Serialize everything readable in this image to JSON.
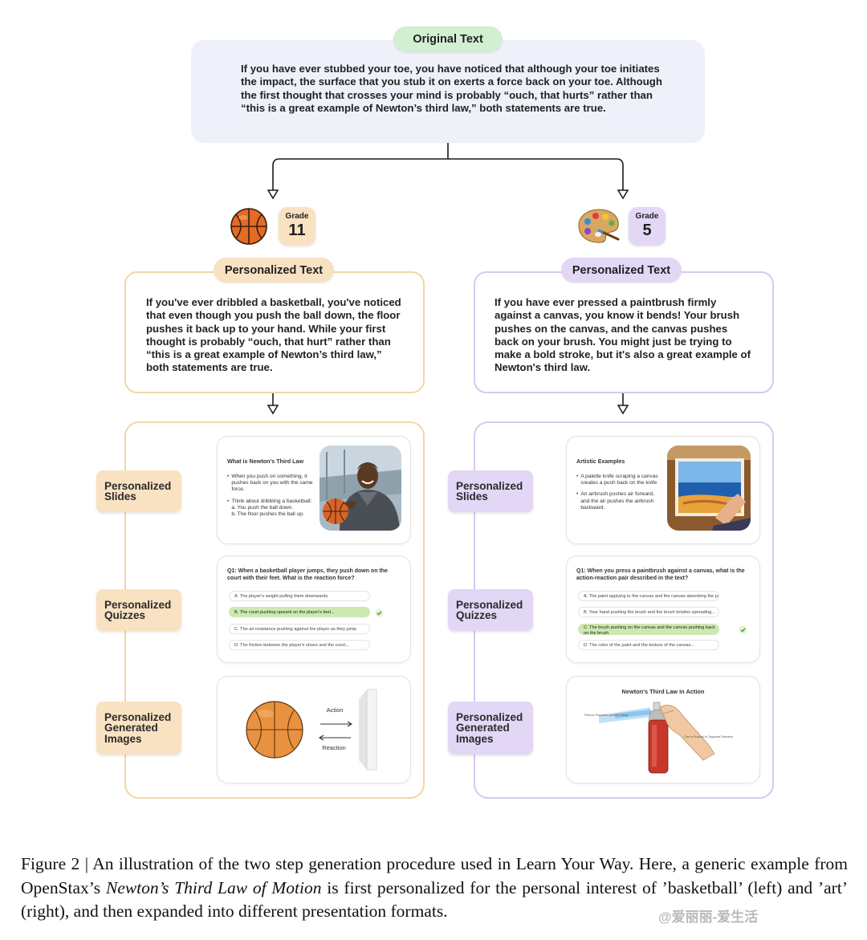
{
  "original": {
    "label": "Original Text",
    "text": "If you have ever stubbed your toe, you have noticed that although your toe initiates the impact, the surface that you stub it on exerts a force back on your toe. Although the first thought that crosses your mind is probably “ouch, that hurts” rather than “this is a great example of Newton’s third law,” both statements are true."
  },
  "left": {
    "grade_label": "Grade",
    "grade_value": "11",
    "interest_icon": "basketball-icon",
    "accent": "#f6d9b0",
    "border": "#f4d6a6",
    "personalized_label": "Personalized Text",
    "personalized_text": "If you've ever dribbled a basketball, you've noticed that even though you push the ball down, the floor pushes it back up to your hand. While your first thought is probably “ouch, that hurt” rather than “this is a great example of Newton’s third law,” both statements are true.",
    "slides_tag": "Personalized\nSlides",
    "quizzes_tag": "Personalized\nQuizzes",
    "images_tag": "Personalized\nGenerated\nImages",
    "slide": {
      "title": "What is Newton's Third Law",
      "bullet1": "When you push on something, it pushes back on you with the same force.",
      "bullet2a": "Think about dribbling a basketball:",
      "bullet2b": "a. You push the ball down.",
      "bullet2c": "b. The floor pushes the ball up."
    },
    "quiz": {
      "question": "Q1: When a basketball player jumps, they push down on the court with their feet. What is the reaction force?",
      "options": [
        "A. The player's weight pulling them downwards",
        "B. The court pushing upward on the player's feet...",
        "C. The air resistance pushing against the player as they jump.",
        "D. The friction between the player's shoes and the court..."
      ],
      "correct_index": 1
    },
    "image": {
      "action": "Action",
      "reaction": "Reaction"
    }
  },
  "right": {
    "grade_label": "Grade",
    "grade_value": "5",
    "interest_icon": "paint-palette-icon",
    "accent": "#e2d6f5",
    "border": "#d8c8f2",
    "personalized_label": "Personalized Text",
    "personalized_text": "If you have ever pressed a paintbrush firmly against a canvas, you know it bends! Your brush pushes on the canvas, and the canvas pushes back on your brush. You might just be trying to make a bold stroke, but it's also a great example of Newton's third law.",
    "slides_tag": "Personalized\nSlides",
    "quizzes_tag": "Personalized\nQuizzes",
    "images_tag": "Personalized\nGenerated\nImages",
    "slide": {
      "title": "Artistic Examples",
      "bullet1": "A palette knife scraping a canvas creates a push back on the knife",
      "bullet2": "An airbrush pushes air forward, and the air pushes the airbrush backward."
    },
    "quiz": {
      "question": "Q1: When you press a paintbrush against a canvas, what is the action-reaction pair described in the text?",
      "options": [
        "A. The paint applying to the canvas and the canvas absorbing the paint",
        "B. Your hand pushing the brush and the brush bristles spreading...",
        "C. The brush pushing on the canvas and the canvas pushing back on the brush",
        "D. The color of the paint and the texture of the canvas..."
      ],
      "correct_index": 2
    },
    "image": {
      "title": "Newton's Third Law in Action",
      "label_left": "Paint is Propelled (Action Force)",
      "label_right": "Can is Pushed in Opposite Direction"
    }
  },
  "caption": "Figure 2 | An illustration of the two step generation procedure used in Learn Your Way. Here, a generic example from OpenStax’s Newton’s Third Law of Motion is first personalized for the personal interest of ’basketball’ (left) and ’art’ (right), and then expanded into different presentation formats.",
  "caption_parts": {
    "before": "Figure 2 | An illustration of the two step generation procedure used in Learn Your Way. Here, a generic example from OpenStax’s ",
    "italic": "Newton’s Third Law of Motion",
    "after": " is first personalized for the personal interest of ’basketball’ (left) and ’art’ (right), and then expanded into different presentation formats."
  },
  "watermark": "@爱丽丽-爱生活",
  "colors": {
    "original_pill": "#d2efd2",
    "original_box": "#eef1f9",
    "orange_pill": "#f9e2c2",
    "purple_pill": "#e3d7f6",
    "correct": "#cde8b0"
  }
}
